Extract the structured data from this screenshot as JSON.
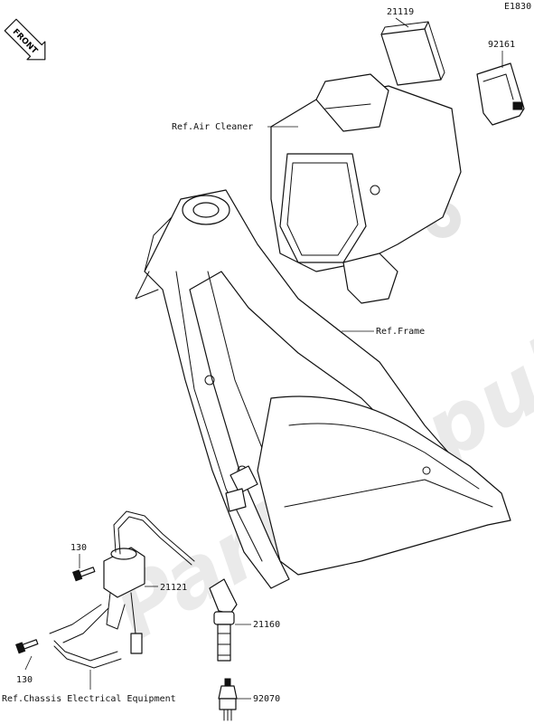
{
  "diagram_code": "E1830",
  "front_badge": "FRONT",
  "watermark": "PartsRepublik",
  "callouts": {
    "p21119": "21119",
    "p92161": "92161",
    "ref_air_cleaner": "Ref.Air Cleaner",
    "ref_frame": "Ref.Frame",
    "p130_top": "130",
    "p21121": "21121",
    "p21160": "21160",
    "p130_bottom": "130",
    "ref_chassis": "Ref.Chassis Electrical Equipment",
    "p92070": "92070"
  }
}
